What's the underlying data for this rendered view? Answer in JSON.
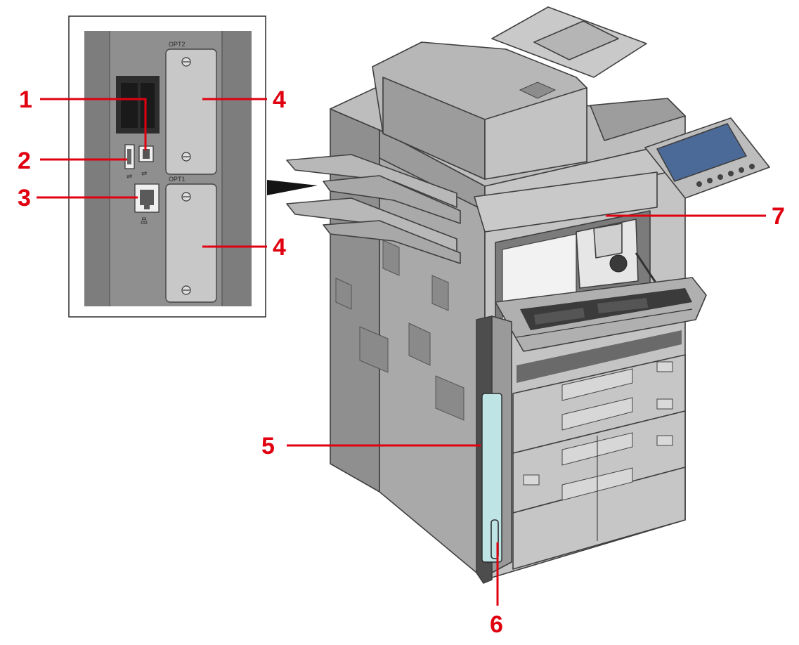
{
  "inset": {
    "slot_top_label": "OPT2",
    "slot_bottom_label": "OPT1"
  },
  "callouts": [
    {
      "id": "c1",
      "text": "1"
    },
    {
      "id": "c2",
      "text": "2"
    },
    {
      "id": "c3",
      "text": "3"
    },
    {
      "id": "c4a",
      "text": "4"
    },
    {
      "id": "c4b",
      "text": "4"
    },
    {
      "id": "c5",
      "text": "5"
    },
    {
      "id": "c6",
      "text": "6"
    },
    {
      "id": "c7",
      "text": "7"
    }
  ],
  "colors": {
    "callout": "#e0000f",
    "body_light": "#c9c9c9",
    "body_mid": "#a8a8a8",
    "body_dark": "#8c8c8c",
    "inset_bg": "#8f8f8f",
    "slot_panel": "#c8c8c8",
    "waste_toner": "#bfe4e6",
    "screen": "#4c6a97"
  },
  "icons": [
    "usb-a-port-icon",
    "usb-b-port-icon",
    "network-port-icon",
    "screw-icon"
  ]
}
